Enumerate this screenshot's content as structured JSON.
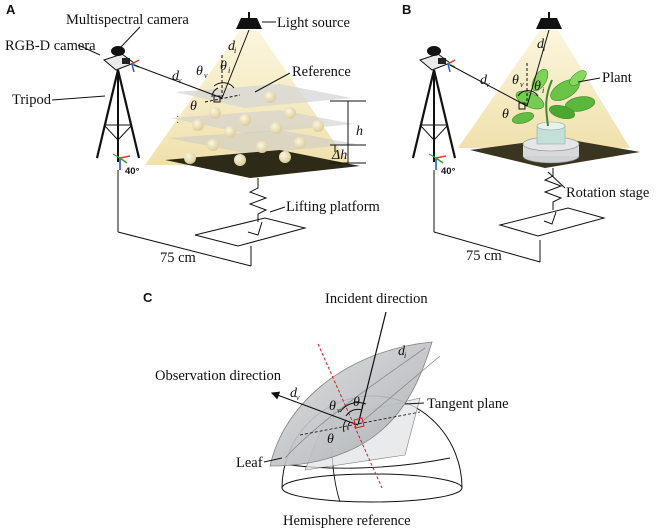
{
  "panels": {
    "a": {
      "letter": "A",
      "labels": {
        "multispectral_camera": "Multispectral camera",
        "rgbd_camera": "RGB-D camera",
        "light_source": "Light source",
        "reference": "Reference",
        "tripod": "Tripod",
        "h": "h",
        "delta_h": "Δh",
        "lifting_platform": "Lifting platform",
        "distance": "75 cm",
        "angle": "40°",
        "d": "d",
        "d_sub_v": "v",
        "d_i": "d",
        "d_i_sub": "i",
        "theta_v": "θ",
        "theta_v_sub": "v",
        "theta_i": "θ",
        "theta_i_sub": "i",
        "theta": "θ"
      }
    },
    "b": {
      "letter": "B",
      "labels": {
        "plant": "Plant",
        "rotation_stage": "Rotation stage",
        "distance": "75 cm",
        "angle": "40°",
        "d_v": "d",
        "d_v_sub": "v",
        "d_i": "d",
        "d_i_sub": "i",
        "theta_v": "θ",
        "theta_v_sub": "v",
        "theta_i": "θ",
        "theta_i_sub": "i",
        "theta": "θ"
      }
    },
    "c": {
      "letter": "C",
      "labels": {
        "incident_direction": "Incident direction",
        "observation_direction": "Observation direction",
        "tangent_plane": "Tangent plane",
        "leaf": "Leaf",
        "hemisphere_reference": "Hemisphere reference",
        "d_i": "d",
        "d_i_sub": "i",
        "d_v": "d",
        "d_v_sub": "v",
        "theta_v": "θ",
        "theta_v_sub": "v",
        "theta_i": "θ",
        "theta_i_sub": "i",
        "theta": "θ"
      }
    }
  },
  "colors": {
    "light_cone": "#f7ecc4",
    "reference_plane": "#d8d8d8",
    "sphere": "#efe3bc",
    "platform_top": "#3a3520",
    "leaf_green": "#5cb83c",
    "leaf_gray": "#c6c9cb",
    "axis_red": "#e23b2e",
    "axis_green": "#3aa035",
    "axis_blue": "#2a55d6",
    "normal_red": "#d81f1f"
  }
}
